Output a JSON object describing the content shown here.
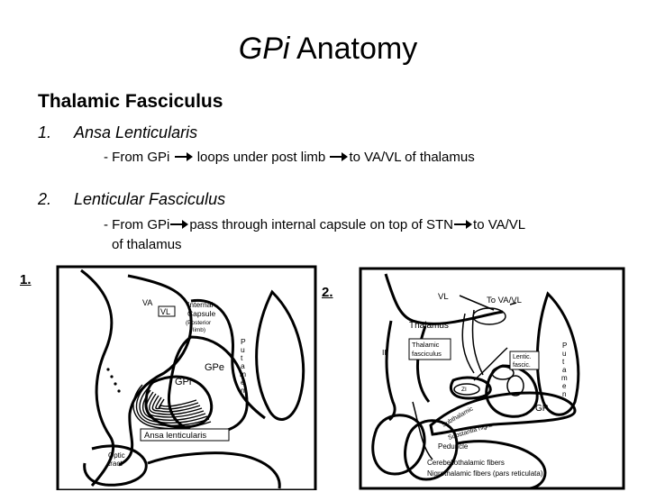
{
  "title": {
    "italic": "GPi",
    "rest": " Anatomy"
  },
  "subheading": "Thalamic Fasciculus",
  "items": [
    {
      "number": "1.",
      "name": "Ansa Lenticularis",
      "parts": [
        "- From GPi",
        "loops under post limb",
        "to VA/VL of thalamus"
      ]
    },
    {
      "number": "2.",
      "name": "Lenticular Fasciculus",
      "parts": [
        "- From GPi",
        "pass through internal capsule on top of STN",
        "to VA/VL"
      ],
      "line2": "of thalamus"
    }
  ],
  "figure1": {
    "label": "1.",
    "labels": {
      "va": "VA",
      "vl": "VL",
      "internal_capsule": "Internal\nCapsule",
      "posterior_limb": "(Posterior\nlimb)",
      "putamen": "Putamen",
      "gpe": "GPe",
      "gpi": "GPi",
      "ansa": "Ansa lenticularis",
      "optic_tract": "Optic\ntract"
    }
  },
  "figure2": {
    "label": "2.",
    "labels": {
      "vl": "VL",
      "to_vavl": "To VA/VL",
      "thalamus": "Thalamus",
      "iii": "III",
      "thalamic_fasciculus": "Thalamic\nfasciculus",
      "lentic_fascic": "Lentic.\nfascic.",
      "putamen": "Putamen",
      "zi": "ZI",
      "subthalamic": "Subthalamic",
      "substantia_nigra": "Substantia nigra",
      "gp": "GP",
      "peduncle": "Peduncle",
      "cerebellothalamic": "Cerebellothalamic fibers",
      "nigrothalamic": "Nigrothalamic fibers (pars reticulata)"
    }
  }
}
